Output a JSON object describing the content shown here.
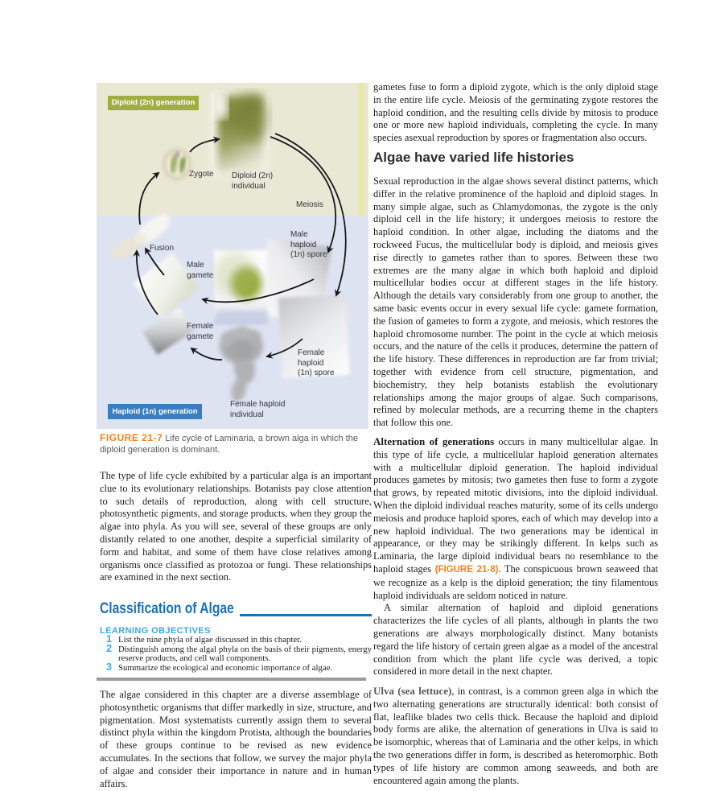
{
  "colors": {
    "accent_orange": "#f58220",
    "heading_blue": "#1a72b8",
    "objective_blue": "#41a8dc",
    "caption_gray": "#58595b",
    "diploid_band": "#e9e8d5",
    "haploid_band": "#dde3f1",
    "diploid_label_bg": "#a0ae41",
    "haploid_label_bg": "#3b7ec0"
  },
  "figure": {
    "diploid_generation_label": "Diploid (2n) generation",
    "haploid_generation_label": "Haploid (1n) generation",
    "labels": {
      "zygote": "Zygote",
      "diploid_individual": [
        "Diploid (2n)",
        "individual"
      ],
      "meiosis": "Meiosis",
      "male_spore": [
        "Male",
        "haploid",
        "(1n) spore"
      ],
      "fusion": "Fusion",
      "male_gamete": [
        "Male",
        "gamete"
      ],
      "female_gamete": [
        "Female",
        "gamete"
      ],
      "female_spore": [
        "Female",
        "haploid",
        "(1n) spore"
      ],
      "female_individual": [
        "Female haploid",
        "individual"
      ]
    }
  },
  "caption": {
    "label": "FIGURE 21-7",
    "text": "Life cycle of Laminaria, a brown alga in which the diploid generation is dominant."
  },
  "left_column": {
    "para_after_caption": "The type of life cycle exhibited by a particular alga is an important clue to its evolutionary relationships. Botanists pay close attention to such details of reproduction, along with cell structure, photosynthetic pigments, and storage products, when they group the algae into phyla. As you will see, several of these groups are only distantly related to one another, despite a superficial similarity of form and habitat, and some of them have close relatives among organisms once classified as protozoa or fungi. These relationships are examined in the next section.",
    "section_heading": "Classification of Algae",
    "learning_objectives_heading": "LEARNING OBJECTIVES",
    "objectives": [
      {
        "num": "1",
        "text": "List the nine phyla of algae discussed in this chapter."
      },
      {
        "num": "2",
        "text": "Distinguish among the algal phyla on the basis of their pigments, energy reserve products, and cell wall components."
      },
      {
        "num": "3",
        "text": "Summarize the ecological and economic importance of algae."
      }
    ],
    "para_bottom": "The algae considered in this chapter are a diverse assemblage of photosynthetic organisms that differ markedly in size, structure, and pigmentation. Most systematists currently assign them to several distinct phyla within the kingdom Protista, although the boundaries of these groups continue to be revised as new evidence accumulates. In the sections that follow, we survey the major phyla of algae and consider their importance in nature and in human affairs."
  },
  "right_column": {
    "para_top": "gametes fuse to form a diploid zygote, which is the only diploid stage in the entire life cycle. Meiosis of the germinating zygote restores the haploid condition, and the resulting cells divide by mitosis to produce one or more new haploid individuals, completing the cycle. In many species asexual reproduction by spores or fragmentation also occurs.",
    "heading": "Algae have varied life histories",
    "para_1": "Sexual reproduction in the algae shows several distinct patterns, which differ in the relative prominence of the haploid and diploid stages. In many simple algae, such as Chlamydomonas, the zygote is the only diploid cell in the life history; it undergoes meiosis to restore the haploid condition. In other algae, including the diatoms and the rockweed Fucus, the multicellular body is diploid, and meiosis gives rise directly to gametes rather than to spores. Between these two extremes are the many algae in which both haploid and diploid multicellular bodies occur at different stages in the life history. Although the details vary considerably from one group to another, the same basic events occur in every sexual life cycle: gamete formation, the fusion of gametes to form a zygote, and meiosis, which restores the haploid chromosome number. The point in the cycle at which meiosis occurs, and the nature of the cells it produces, determine the pattern of the life history. These differences in reproduction are far from trivial; together with evidence from cell structure, pigmentation, and biochemistry, they help botanists establish the evolutionary relationships among the major groups of algae. Such comparisons, refined by molecular methods, are a recurring theme in the chapters that follow this one.",
    "para_2_lead": "Alternation of generations",
    "para_2a": " occurs in many multicellular algae. In this type of life cycle, a multicellular haploid generation alternates with a multicellular diploid generation. The haploid individual produces gametes by mitosis; two gametes then fuse to form a zygote that grows, by repeated mitotic divisions, into the diploid individual. When the diploid individual reaches maturity, some of its cells undergo meiosis and produce haploid spores, each of which may develop into a new haploid individual. The two generations may be identical in appearance, or they may be strikingly different. In kelps such as Laminaria, the large diploid individual bears no resemblance to the haploid stages ",
    "para_2_figref": "(FIGURE 21-8)",
    "para_2b": ". The conspicuous brown seaweed that we recognize as a kelp is the diploid generation; the tiny filamentous haploid individuals are seldom noticed in nature.",
    "para_3_lead": "Ulva (sea lettuce)",
    "para_3": ", in contrast, is a common green alga in which the two alternating generations are structurally identical: both consist of flat, leaflike blades two cells thick. Because the haploid and diploid body forms are alike, the alternation of generations in Ulva is said to be isomorphic, whereas that of Laminaria and the other kelps, in which the two generations differ in form, is described as heteromorphic. Both types of life history are common among seaweeds, and both are encountered again among the plants.",
    "para_2c": "A similar alternation of haploid and diploid generations characterizes the life cycles of all plants, although in plants the two generations are always morphologically distinct. Many botanists regard the life history of certain green algae as a model of the ancestral condition from which the plant life cycle was derived, a topic considered in more detail in the next chapter."
  }
}
